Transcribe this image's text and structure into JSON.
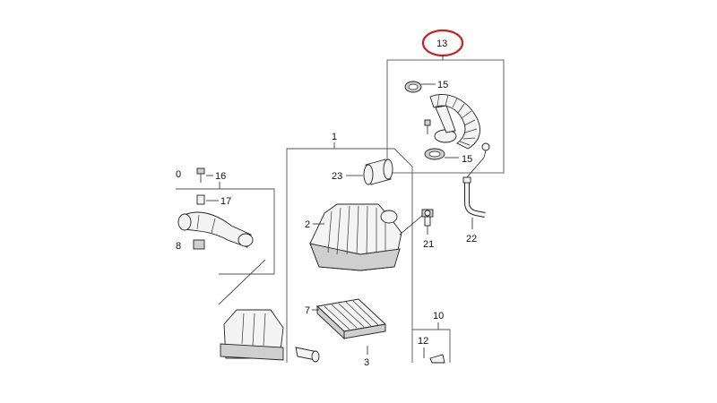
{
  "callouts": {
    "c13": "13",
    "c15a": "15",
    "c15b": "15",
    "c1": "1",
    "c16": "16",
    "c17": "17",
    "c18": "8",
    "c0": "0",
    "c23": "23",
    "c2": "2",
    "c21": "21",
    "c22": "22",
    "c7": "7",
    "c10": "10",
    "c12": "12",
    "c3": "3"
  },
  "colors": {
    "highlight": "#cc1f1f",
    "line": "#222222"
  }
}
